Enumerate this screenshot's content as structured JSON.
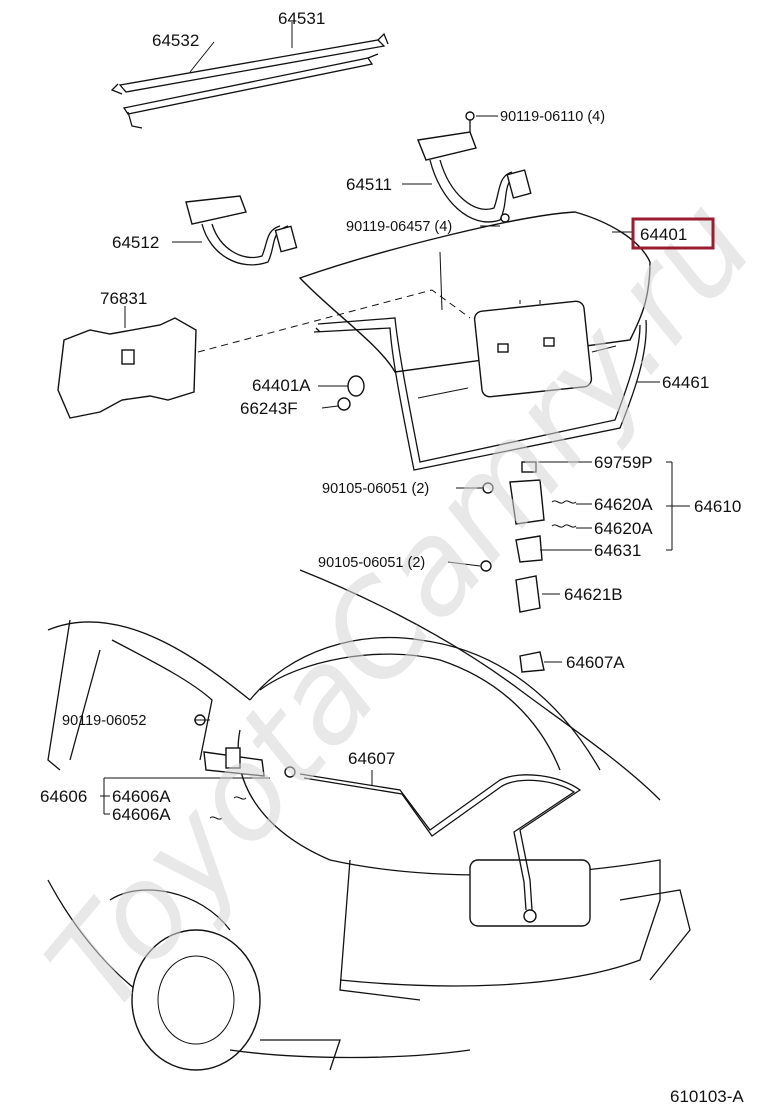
{
  "diagram": {
    "watermark": "ToyotaCamry.ru",
    "figure_code": "610103-A",
    "highlighted_part": "64401",
    "highlight_color": "#9b1b30",
    "labels": {
      "p64531": "64531",
      "p64532": "64532",
      "bolt_top": "90119-06110 (4)",
      "p64511": "64511",
      "bolt_hinge": "90119-06457 (4)",
      "p64401": "64401",
      "p64512": "64512",
      "p76831": "76831",
      "p64401A": "64401A",
      "p66243F": "66243F",
      "p64461": "64461",
      "p69759P": "69759P",
      "screw_lock": "90105-06051 (2)",
      "p64620A_1": "64620A",
      "p64620A_2": "64620A",
      "p64610": "64610",
      "p64631": "64631",
      "screw_striker": "90105-06051 (2)",
      "p64621B": "64621B",
      "p64607A": "64607A",
      "bolt_lever": "90119-06052",
      "p64607": "64607",
      "p64606": "64606",
      "p64606A_1": "64606A",
      "p64606A_2": "64606A"
    }
  }
}
